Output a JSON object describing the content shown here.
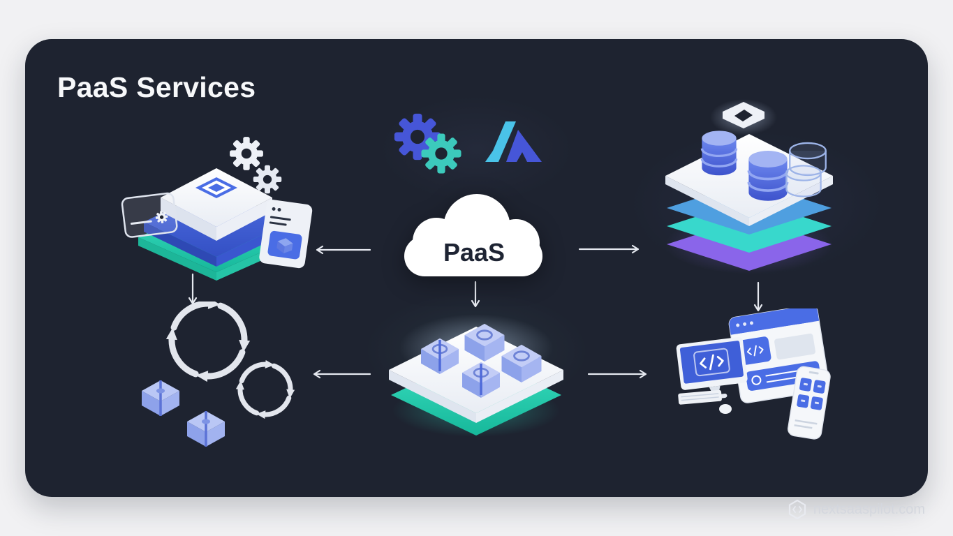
{
  "title": "PaaS Services",
  "cloud": {
    "label": "PaaS"
  },
  "watermark": {
    "text": "nextsaaspilot.com",
    "logo_icon": "hexagon-code-logo-icon"
  },
  "header_icons": [
    {
      "name": "gears-icon",
      "colors": [
        "#4656d8",
        "#3ccabc"
      ]
    },
    {
      "name": "azure-logo-icon",
      "colors": [
        "#4ac3e8",
        "#4656d8"
      ]
    }
  ],
  "nodes": [
    {
      "position": "top-left",
      "icon": "app-platform-stack-icon"
    },
    {
      "position": "top-right",
      "icon": "database-layer-stack-icon"
    },
    {
      "position": "bottom-left",
      "icon": "package-sync-cycle-icon"
    },
    {
      "position": "bottom-center",
      "icon": "container-platform-icon"
    },
    {
      "position": "bottom-right",
      "icon": "devices-code-icon"
    }
  ],
  "connectors": [
    {
      "from": "cloud",
      "to": "top-left",
      "direction": "left"
    },
    {
      "from": "cloud",
      "to": "top-right",
      "direction": "right"
    },
    {
      "from": "cloud",
      "to": "bottom-center",
      "direction": "down"
    },
    {
      "from": "top-left",
      "to": "bottom-left",
      "direction": "down"
    },
    {
      "from": "top-right",
      "to": "bottom-right",
      "direction": "down"
    },
    {
      "from": "bottom-center",
      "to": "bottom-left",
      "direction": "left"
    },
    {
      "from": "bottom-center",
      "to": "bottom-right",
      "direction": "right"
    }
  ],
  "colors": {
    "page_background": "#f1f1f3",
    "board_background": "#1e2330",
    "accent_blue": "#4a6de5",
    "deep_blue": "#3d53cc",
    "teal": "#2fd3b5",
    "cyan": "#4f9fe0",
    "purple": "#8a65ea",
    "arrow": "#e6e9f0",
    "white": "#ffffff"
  }
}
